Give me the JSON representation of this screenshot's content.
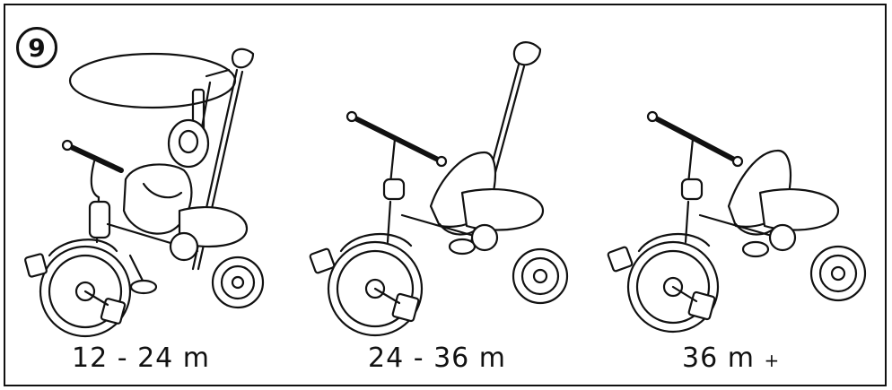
{
  "step": {
    "number": "9"
  },
  "stages": [
    {
      "label": "12 - 24 m",
      "suffix": "",
      "icon": "tricycle-with-canopy-icon"
    },
    {
      "label": "24 - 36 m",
      "suffix": "",
      "icon": "tricycle-with-push-handle-icon"
    },
    {
      "label": "36 m",
      "suffix": "+",
      "icon": "tricycle-icon"
    }
  ],
  "colors": {
    "line": "#111111",
    "background": "#ffffff"
  }
}
